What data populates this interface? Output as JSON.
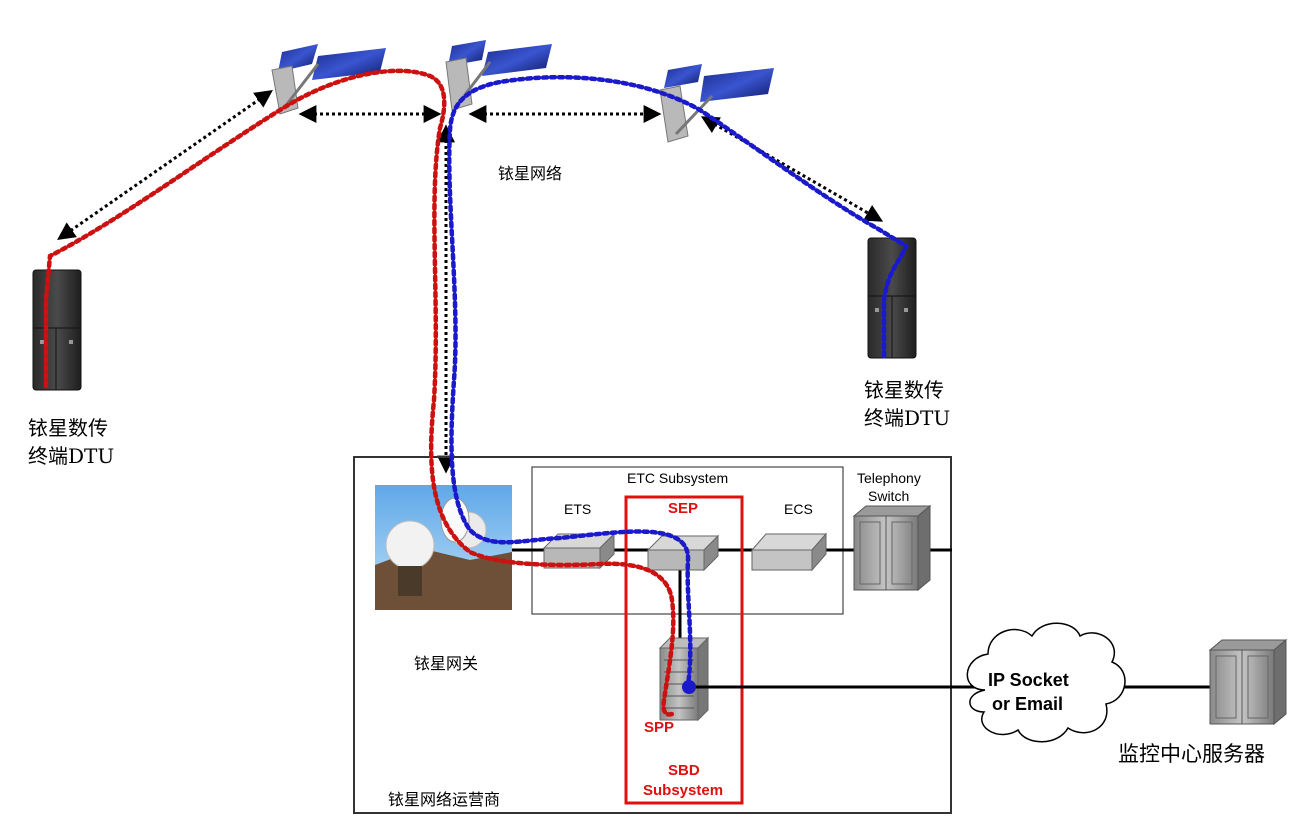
{
  "labels": {
    "iridium_network": "铱星网络",
    "dtu_left_line1": "铱星数传",
    "dtu_left_line2": "终端DTU",
    "dtu_right_line1": "铱星数传",
    "dtu_right_line2": "终端DTU",
    "gateway": "铱星网关",
    "operator": "铱星网络运营商",
    "etc_subsystem": "ETC Subsystem",
    "telephony_line1": "Telephony",
    "telephony_line2": "Switch",
    "ets": "ETS",
    "sep": "SEP",
    "ecs": "ECS",
    "spp": "SPP",
    "sbd_line1": "SBD",
    "sbd_line2": "Subsystem",
    "cloud_line1": "IP Socket",
    "cloud_line2": "or Email",
    "monitor_server": "监控中心服务器"
  },
  "colors": {
    "red_path": "#cc1111",
    "blue_path": "#1a1acc",
    "black_link": "#000000",
    "sbd_box": "#e01010"
  }
}
